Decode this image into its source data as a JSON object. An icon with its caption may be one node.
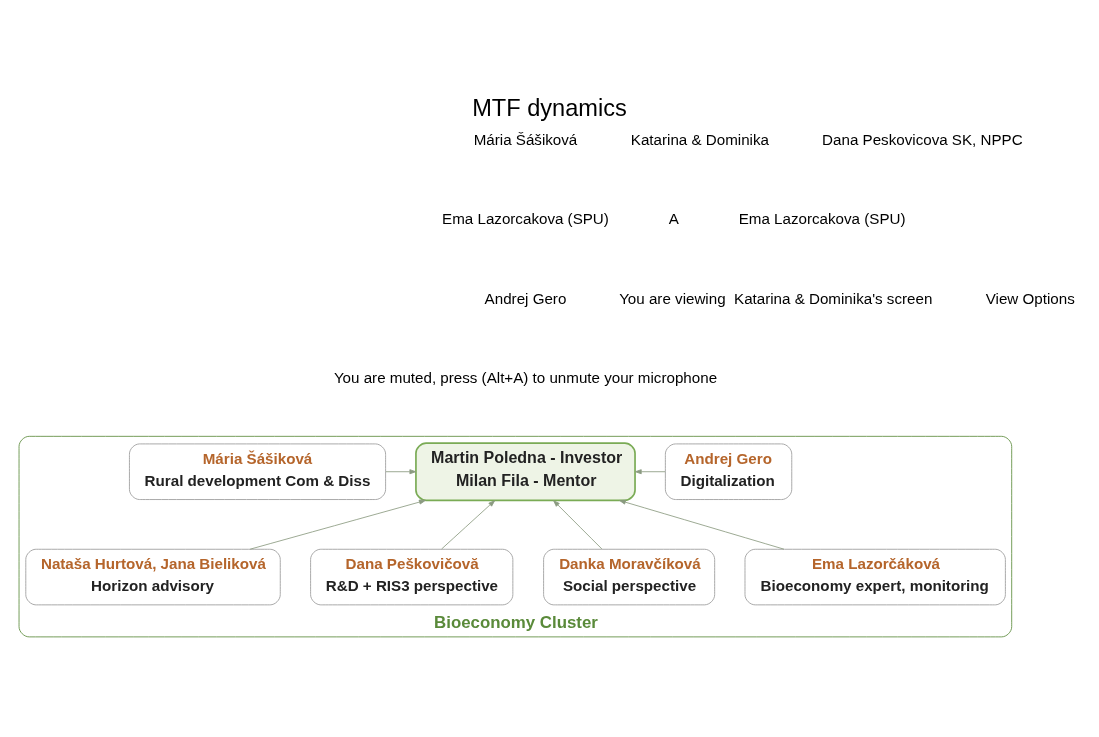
{
  "diagram": {
    "title": "MTF dynamics",
    "nodes": [
      {
        "text": [
          "Bioeconomy Cluster"
        ]
      },
      {
        "text": [
          "Mária Šášiková",
          "Rural development Com & Diss"
        ],
        "in": 0
      },
      {
        "text": [
          "Martin Poledna - Investor",
          "Milan Fila - Mentor"
        ],
        "in": 0
      },
      {
        "text": [
          "Andrej Gero",
          "Digitalization"
        ],
        "in": 0
      },
      {
        "text": [
          "Nataša Hurtová, Jana Bieliková",
          "Horizon advisory"
        ],
        "in": 0
      },
      {
        "text": [
          "Dana Peškovičovă",
          "R&D + RIS3 perspective"
        ],
        "in": 0
      },
      {
        "text": [
          "Danka Moravčíková",
          "Social perspective"
        ],
        "in": 0
      },
      {
        "text": [
          "Ema Lazorčáková",
          "Bioeconomy expert, monitoring"
        ],
        "in": 0
      }
    ],
    "edges": [
      {
        "from": 1,
        "to": 2,
        "arrow": "to"
      },
      {
        "from": 3,
        "to": 2,
        "arrow": "to"
      },
      {
        "from": 4,
        "to": 2,
        "arrow": "to"
      },
      {
        "from": 5,
        "to": 2,
        "arrow": "to"
      },
      {
        "from": 6,
        "to": 2,
        "arrow": "to"
      },
      {
        "from": 7,
        "to": 2,
        "arrow": "to"
      }
    ],
    "labels": [
      "Mária Šášiková",
      "Katarina & Dominika",
      "Dana Peskovicova SK, NPPC",
      "Ema Lazorcakova (SPU)",
      "A",
      "Ema Lazorcakova (SPU)",
      "Andrej Gero",
      "You are viewing  Katarina & Dominika's screen",
      "View Options",
      "You are muted, press (Alt+A) to unmute your microphone"
    ]
  }
}
